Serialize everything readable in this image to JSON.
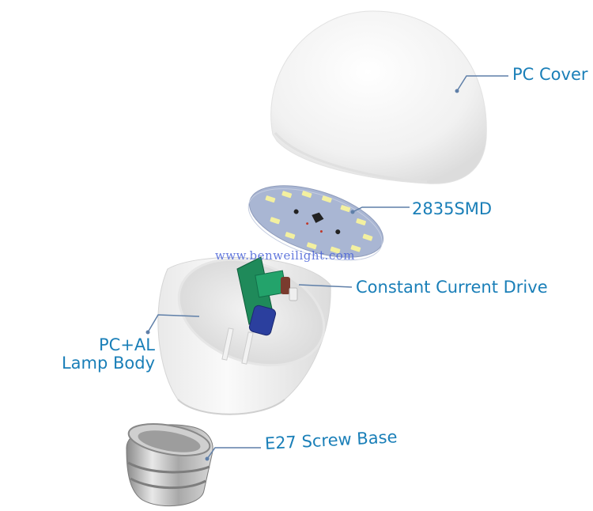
{
  "diagram": {
    "type": "exploded-view",
    "subject": "LED bulb",
    "components": [
      {
        "id": "pc-cover",
        "label": "PC Cover"
      },
      {
        "id": "smd",
        "label": "2835SMD"
      },
      {
        "id": "driver",
        "label": "Constant Current Drive"
      },
      {
        "id": "body",
        "label_line1": "PC+AL",
        "label_line2": "Lamp Body"
      },
      {
        "id": "base",
        "label": "E27 Screw Base"
      }
    ],
    "watermark": "www.benweilight.com",
    "colors": {
      "label": "#1a7fb8",
      "leader": "#5f7fa8",
      "watermark": "#4a63d8",
      "pcb": "#a9b6d3",
      "led": "#f3f0a0",
      "driver_board": "#1f8a5a",
      "capacitor": "#2b3f9e"
    }
  }
}
